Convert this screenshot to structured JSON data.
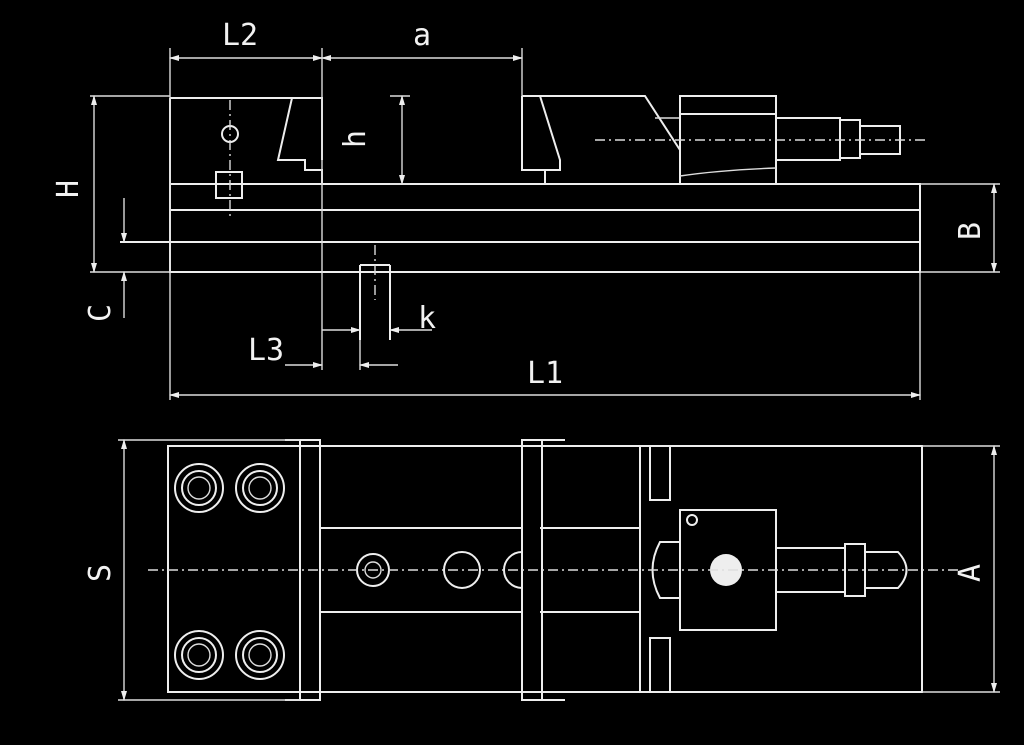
{
  "drawing": {
    "labels": {
      "L2": "L2",
      "a": "a",
      "h": "h",
      "H": "H",
      "B": "B",
      "C": "C",
      "k": "k",
      "L3": "L3",
      "L1": "L1",
      "S": "S",
      "A": "A"
    }
  },
  "colors": {
    "background": "#000000",
    "line": "#eeeeee"
  }
}
